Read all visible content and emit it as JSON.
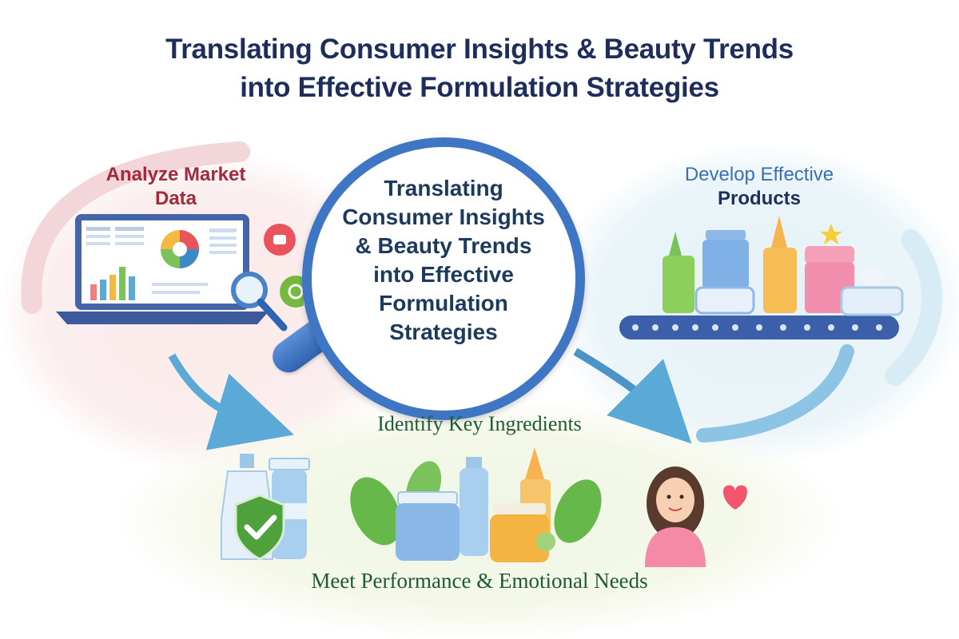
{
  "title": {
    "line1": "Translating Consumer Insights & Beauty Trends",
    "line2": "into Effective Formulation Strategies"
  },
  "center": {
    "lines": [
      "Translating",
      "Consumer Insights",
      "& Beauty Trends",
      "into Effective",
      "Formulation",
      "Strategies"
    ]
  },
  "steps": {
    "analyze": {
      "line1": "Analyze Market",
      "line2": "Data",
      "color": "#a22a3c"
    },
    "develop": {
      "line1": "Develop Effective",
      "line2": "Products",
      "color": "#3a6fb0"
    },
    "identify": {
      "label": "Identify Key Ingredients",
      "color": "#1f5a32"
    },
    "meet": {
      "label": "Meet Performance & Emotional Needs",
      "color": "#1f5a32"
    }
  },
  "colors": {
    "title": "#1f2d5c",
    "lens_ring": "#3f76c4",
    "arrow": "#5aa9d6"
  }
}
